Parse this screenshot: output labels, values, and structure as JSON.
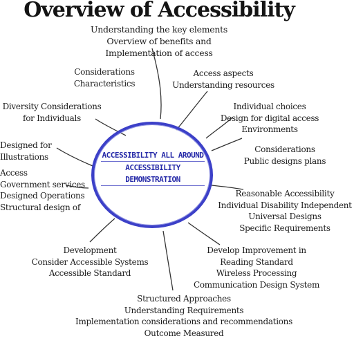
{
  "diagram": {
    "title": "Overview of Accessibility",
    "subtitle": [
      "Understanding the key elements",
      "Overview of benefits and",
      "Implementation of access"
    ],
    "center": [
      "ACCESSIBILITY ALL AROUND",
      "ACCESSIBILITY DEMONSTRATION"
    ],
    "nodes": [
      {
        "id": "top-left",
        "lines": [
          "Considerations",
          "Characteristics"
        ]
      },
      {
        "id": "top-right",
        "lines": [
          "Access aspects",
          "Understanding resources"
        ]
      },
      {
        "id": "left-1",
        "lines": [
          "Diversity Considerations",
          "for Individuals"
        ]
      },
      {
        "id": "right-1",
        "lines": [
          "Individual choices",
          "Design for digital access",
          "Environments"
        ]
      },
      {
        "id": "left-2",
        "lines": [
          "Designed for",
          "Illustrations"
        ]
      },
      {
        "id": "right-2",
        "lines": [
          "Considerations",
          "Public designs plans"
        ]
      },
      {
        "id": "left-3",
        "lines": [
          "Access",
          "Government services",
          "Designed Operations",
          "Structural design of"
        ]
      },
      {
        "id": "right-3",
        "lines": [
          "Reasonable Accessibility",
          "Individual Disability Independent",
          "Universal Designs",
          "Specific Requirements"
        ]
      },
      {
        "id": "bottom-left",
        "lines": [
          "Development",
          "Consider Accessible Systems",
          "Accessible Standard"
        ]
      },
      {
        "id": "bottom-right",
        "lines": [
          "Develop Improvement in",
          "Reading Standard",
          "Wireless Processing",
          "Communication Design System"
        ]
      },
      {
        "id": "bottom",
        "lines": [
          "Structured Approaches",
          "Understanding Requirements",
          "Implementation considerations and recommendations",
          "Outcome Measured"
        ]
      }
    ]
  }
}
